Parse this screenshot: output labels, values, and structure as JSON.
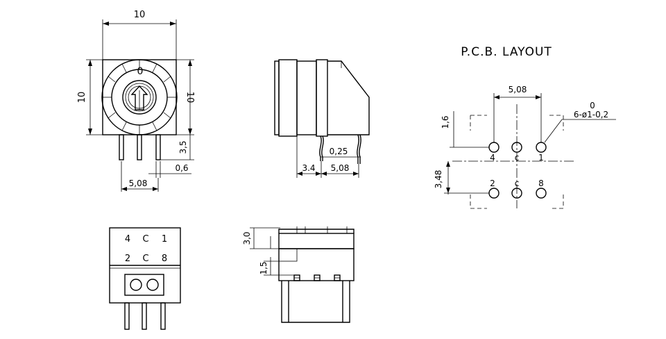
{
  "front_view": {
    "width_dim": "10",
    "height_dim_left": "10",
    "height_dim_right": "10",
    "dial_zero": "0",
    "pin_length_dim": "3,5",
    "pin_width_dim": "0,6",
    "pin_pitch_dim": "5,08"
  },
  "side_view": {
    "pin_thickness_dim": "0,25",
    "offset_dim": "3.4",
    "pitch_dim": "5,08"
  },
  "pcb_layout": {
    "title": "P.C.B. LAYOUT",
    "pitch_dim": "5,08",
    "hole_tol": "0",
    "hole_spec": "6-ø1-0,2",
    "vertical_offset_dim": "1,6",
    "row_spacing_dim": "3,48",
    "top_row_labels": [
      "4",
      "c",
      "1"
    ],
    "bottom_row_labels": [
      "2",
      "c",
      "8"
    ]
  },
  "bottom_view": {
    "top_row_labels": [
      "4",
      "C",
      "1"
    ],
    "bottom_row_labels": [
      "2",
      "C",
      "8"
    ]
  },
  "rear_view": {
    "upper_dim": "3,0",
    "lower_dim": "1,5"
  }
}
